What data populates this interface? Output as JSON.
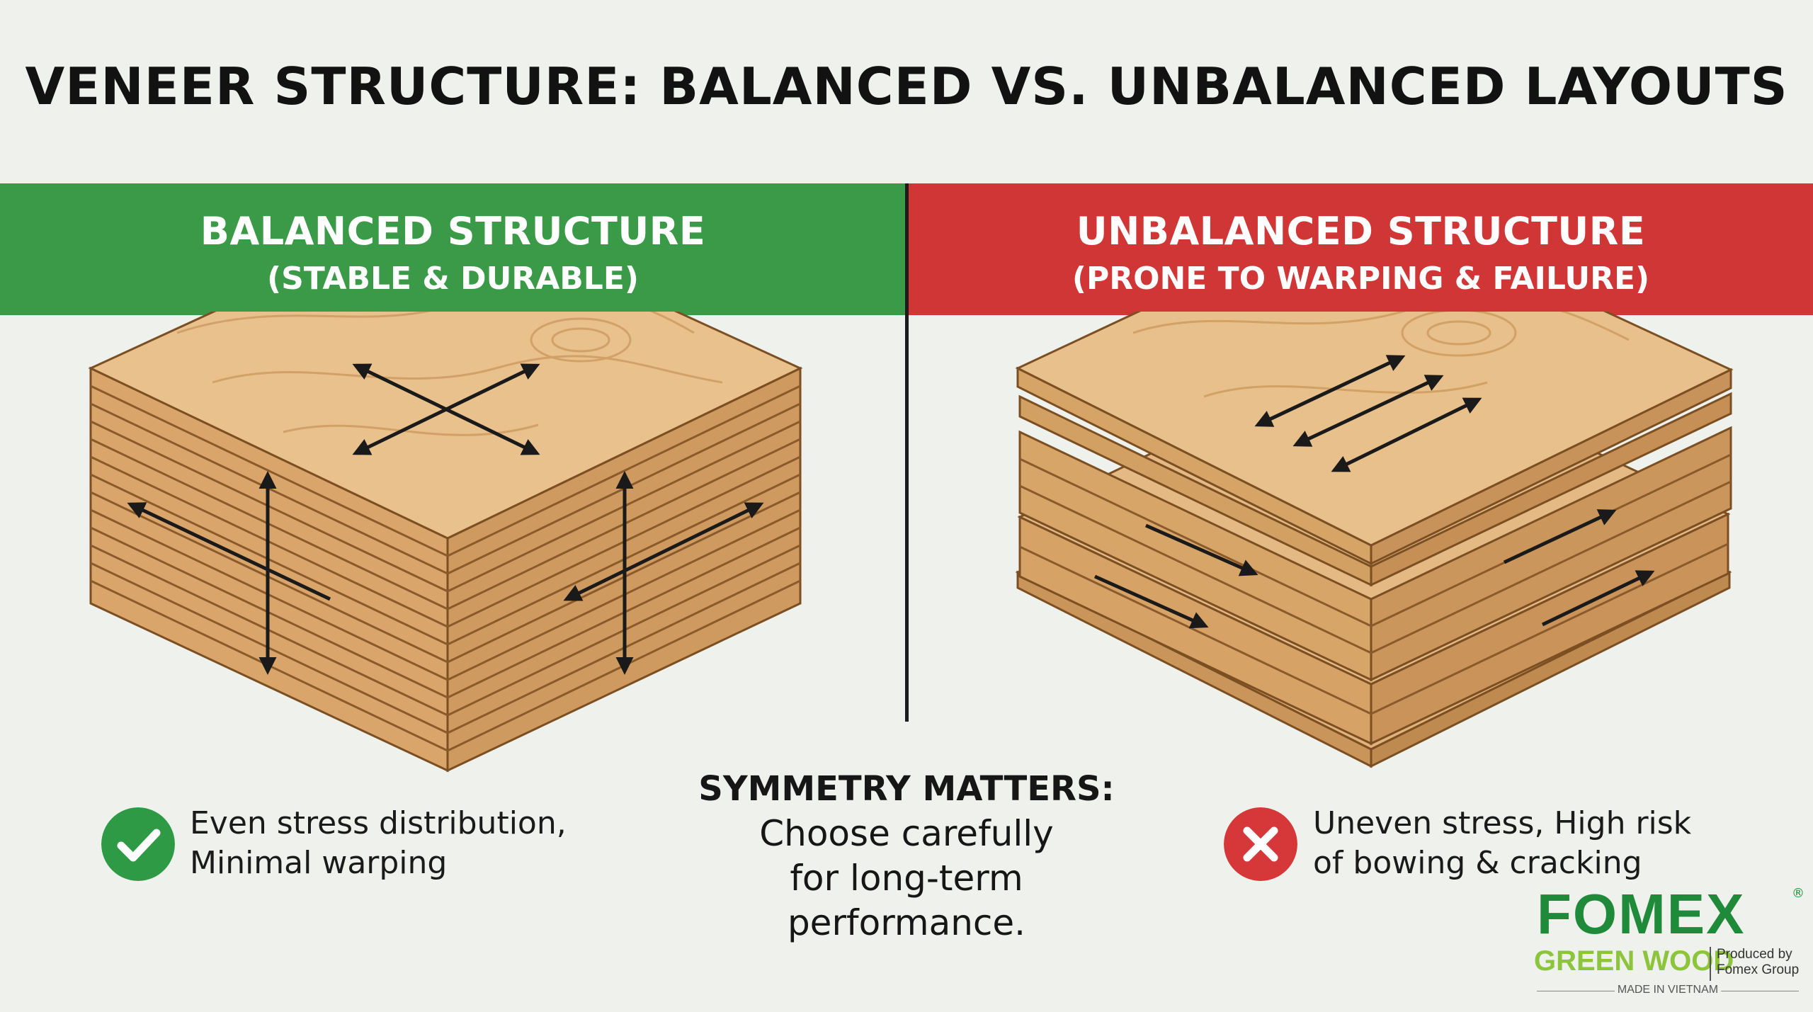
{
  "title": "VENEER STRUCTURE: BALANCED VS. UNBALANCED LAYOUTS",
  "balanced": {
    "heading": "BALANCED STRUCTURE",
    "subheading": "(STABLE & DURABLE)",
    "note_line1": "Even stress distribution,",
    "note_line2": "Minimal warping",
    "badge_icon": "check-icon"
  },
  "unbalanced": {
    "heading": "UNBALANCED STRUCTURE",
    "subheading": "(PRONE TO WARPING & FAILURE)",
    "note_line1": "Uneven stress, High risk",
    "note_line2": "of bowing & cracking",
    "badge_icon": "x-icon"
  },
  "center": {
    "heading": "SYMMETRY MATTERS:",
    "line1": "Choose carefully",
    "line2": "for long-term",
    "line3": "performance."
  },
  "logo": {
    "brand": "FOMEX",
    "reg": "®",
    "sub": "GREEN WOOD",
    "produced_line1": "Produced by",
    "produced_line2": "Fomex Group",
    "made_in": "MADE IN VIETNAM"
  },
  "colors": {
    "balanced_green": "#3b9a47",
    "unbalanced_red": "#d03635",
    "wood_light": "#e6bd87",
    "wood_mid": "#d4a26a",
    "wood_dark": "#a8713c",
    "logo_green": "#1f8a3a",
    "logo_lime": "#8cc43c"
  }
}
